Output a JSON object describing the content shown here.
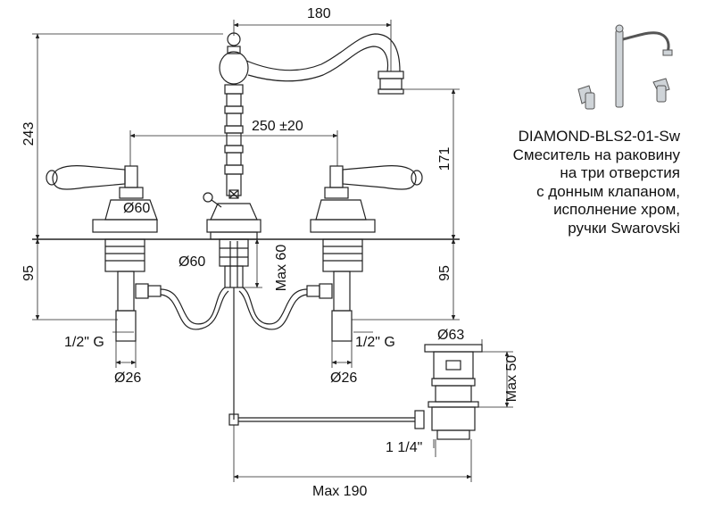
{
  "product": {
    "model": "DIAMOND-BLS2-01-Sw",
    "description_lines": [
      "Смеситель на раковину",
      "на три отверстия",
      "с донным клапаном,",
      "исполнение хром,",
      "ручки Swarovski"
    ]
  },
  "dimensions": {
    "spout_reach": "180",
    "total_height": "243",
    "spacing": "250 ±20",
    "spout_height": "171",
    "handle_base_diameter": "Ø60",
    "center_base_diameter": "Ø60",
    "below_deck_left": "95",
    "below_deck_right": "95",
    "max_thickness": "Max 60",
    "left_thread": "1/2\" G",
    "right_thread": "1/2\" G",
    "left_diameter": "Ø26",
    "right_diameter": "Ø26",
    "drain_diameter": "Ø63",
    "drain_max_height": "Max 50",
    "drain_thread": "1 1/4\"",
    "rod_max_length": "Max 190"
  },
  "colors": {
    "line": "#222222",
    "background": "#ffffff"
  }
}
